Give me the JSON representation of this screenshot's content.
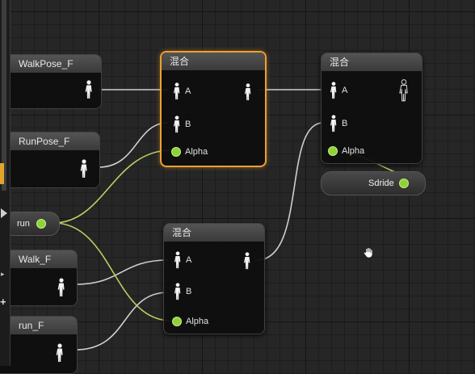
{
  "blend_node_title": "混合",
  "pins": {
    "a": "A",
    "b": "B",
    "alpha": "Alpha"
  },
  "pose_nodes": {
    "walk_pose": "WalkPose_F",
    "run_pose": "RunPose_F",
    "walk": "Walk_F",
    "run": "run_F"
  },
  "variables": {
    "run_bool": "run",
    "stride": "Sdride"
  },
  "icons": {
    "pose_pin": "pose-figure-icon",
    "bool_pin": "bool-pin-icon",
    "cursor": "hand-cursor-icon"
  },
  "colors": {
    "selected_border": "#f0a030",
    "exec_wire": "#cfcfcf",
    "bool_wire": "#b8d060",
    "bool_pin": "#8fd13a"
  }
}
